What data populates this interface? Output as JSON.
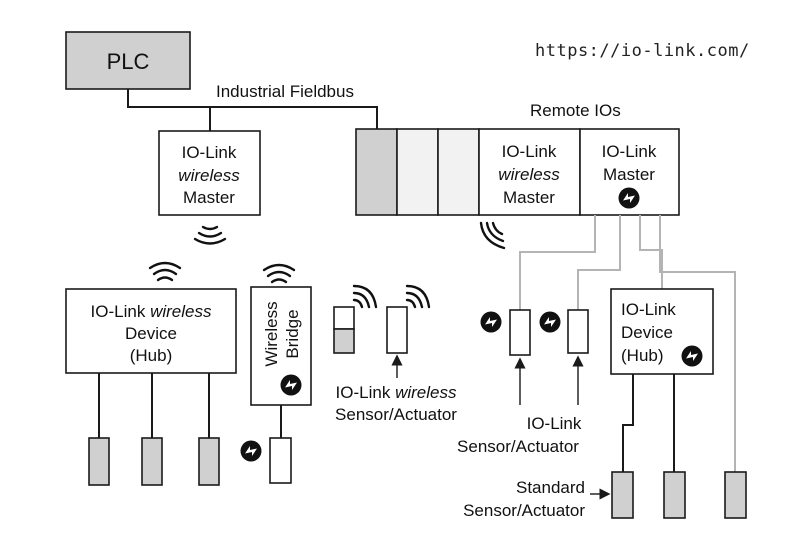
{
  "url": "https://io-link.com/",
  "plc": "PLC",
  "fieldbus": "Industrial Fieldbus",
  "remote_ios": "Remote IOs",
  "wireless_master_left": {
    "line1": "IO-Link",
    "line2": "wireless",
    "line3": "Master"
  },
  "wireless_master_remote": {
    "line1": "IO-Link",
    "line2": "wireless",
    "line3": "Master"
  },
  "iolink_master": {
    "line1": "IO-Link",
    "line2": "Master"
  },
  "wireless_hub": {
    "line1a": "IO-Link ",
    "line1b": "wireless",
    "line2": "Device",
    "line3": "(Hub)"
  },
  "bridge": {
    "line1": "Wireless",
    "line2": "Bridge"
  },
  "wireless_sensor": {
    "line1a": "IO-Link ",
    "line1b": "wireless",
    "line2": "Sensor/Actuator"
  },
  "iolink_sensor": {
    "line1": "IO-Link",
    "line2": "Sensor/Actuator"
  },
  "iolink_hub": {
    "line1": "IO-Link",
    "line2": "Device",
    "line3": "(Hub)"
  },
  "standard_sensor": {
    "line1": "Standard",
    "line2": "Sensor/Actuator"
  },
  "colors": {
    "line": "#1a1a1a",
    "gray_line": "#b4b4b4",
    "fill_gray": "#d0d0d0",
    "fill_light": "#f2f2f2"
  },
  "icons": [
    "wireless-waves-icon",
    "io-link-logo-icon",
    "arrow-icon"
  ]
}
